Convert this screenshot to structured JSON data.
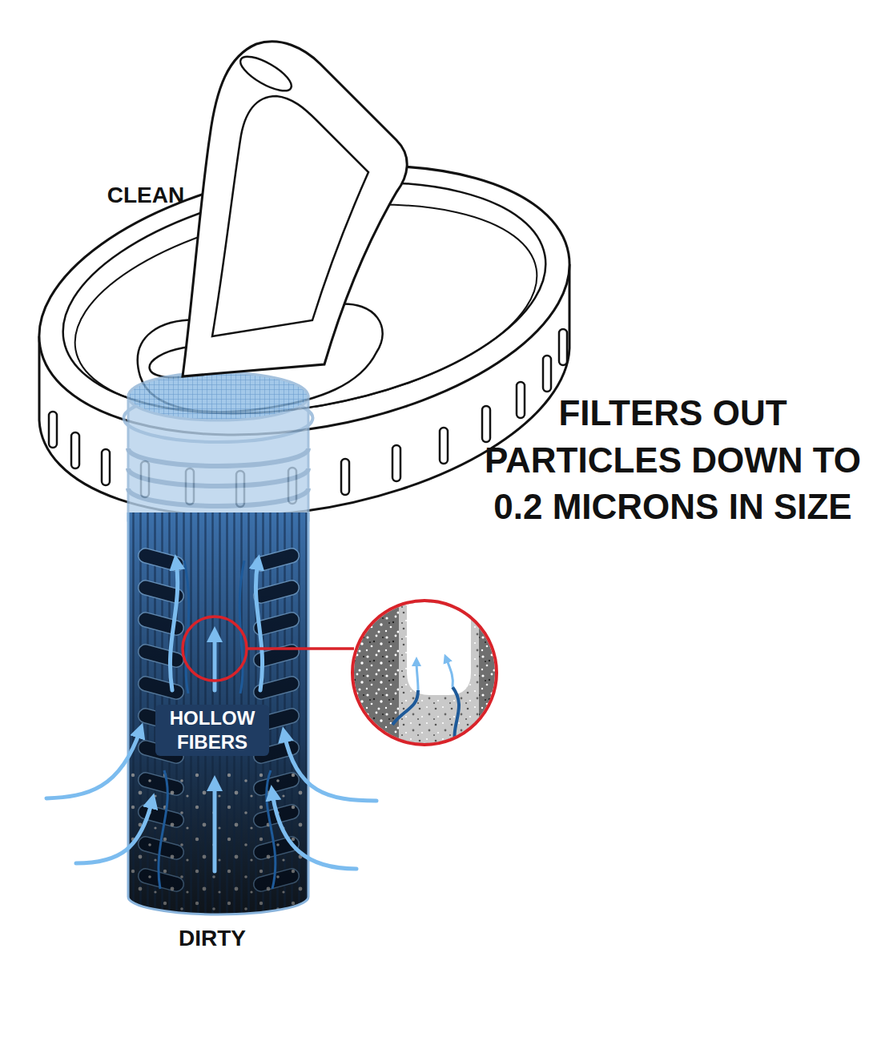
{
  "diagram": {
    "title": "FILTERS OUT PARTICLES DOWN TO 0.2 MICRONS IN SIZE",
    "labels": [
      "CLEAN",
      "HOLLOW FIBERS",
      "DIRTY"
    ]
  }
}
